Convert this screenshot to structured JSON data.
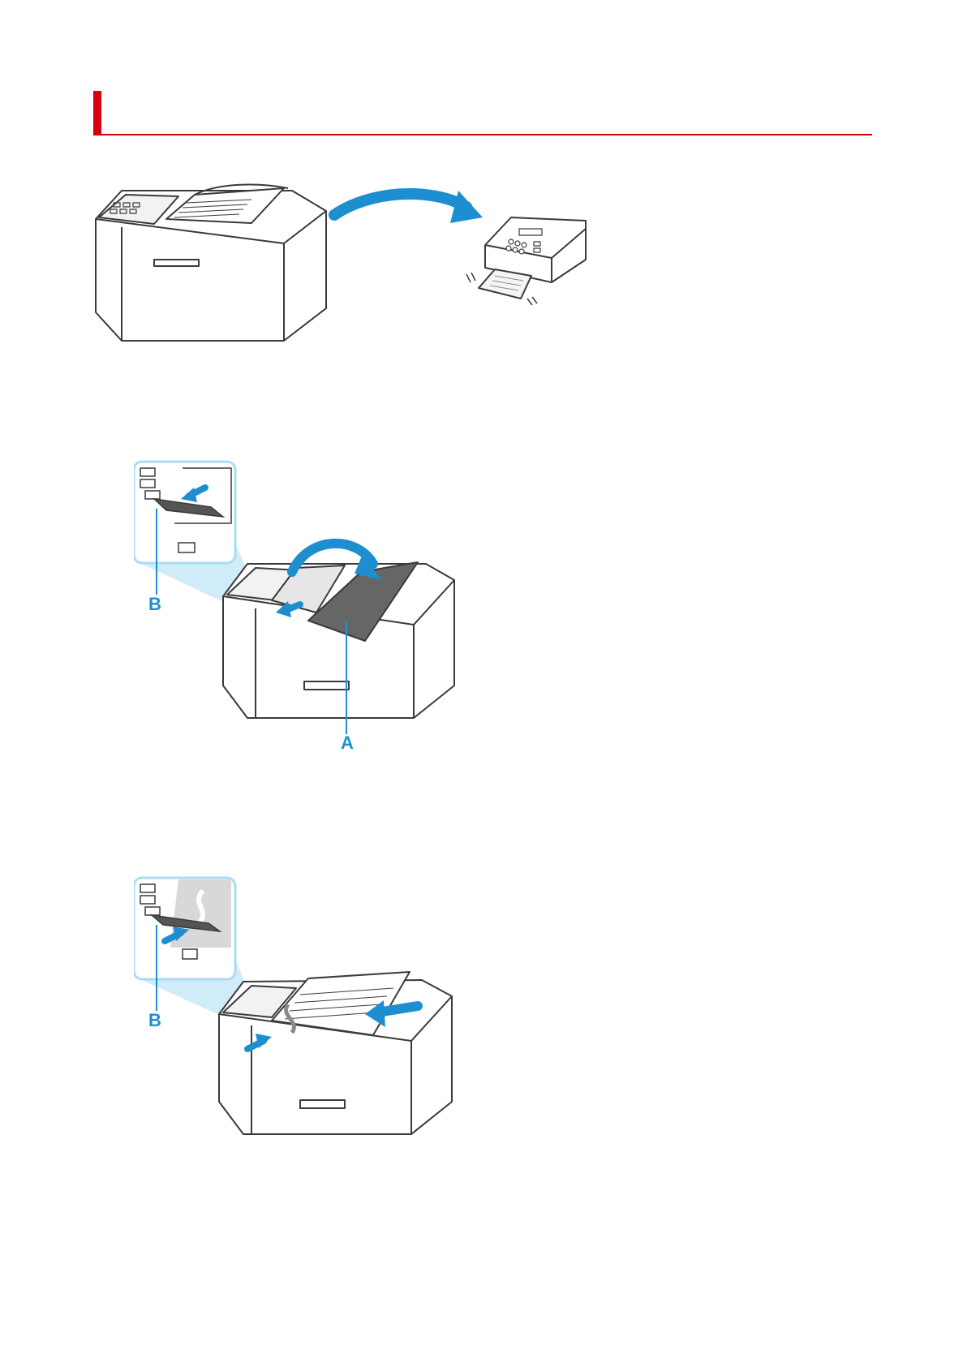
{
  "page": {
    "heading": ""
  },
  "colors": {
    "accent_red": "#d7000f",
    "arrow_blue": "#1d8fd0",
    "leader_blue": "#a9dcf4",
    "outline": "#3a3a3a",
    "paper_gray": "#8a8a8a"
  },
  "figures": [
    {
      "name": "printer-to-fax",
      "labels": []
    },
    {
      "name": "open-tray-slide-guide",
      "labels": [
        "A",
        "B"
      ]
    },
    {
      "name": "load-document-adjust-guide",
      "labels": [
        "B"
      ]
    }
  ]
}
